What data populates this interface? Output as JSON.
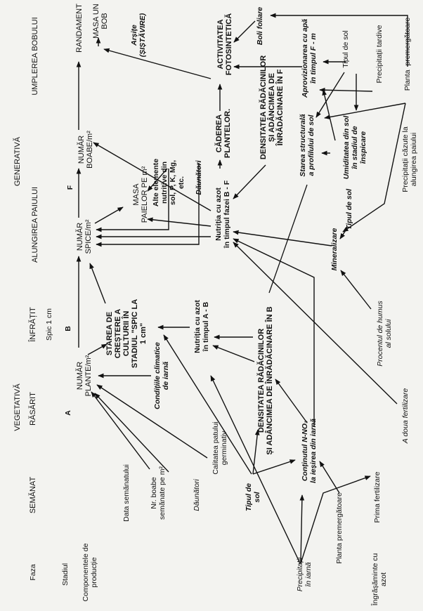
{
  "header": {
    "faza": "Faza",
    "stadiul": "Stadiul",
    "componente": "Componentele de\nproducție",
    "ingrasaminte": "Îngrășăminte cu\nazot",
    "faze": {
      "generativa": "GENERATIVĂ",
      "vegetativa": "VEGETATIVĂ"
    },
    "stadii": {
      "umplerea": "UMPLEREA BOBULUI",
      "alungirea": "ALUNGIREA PAIULUI",
      "infratit": "ÎNFRĂȚIT",
      "rasarit": "RĂSĂRIT",
      "semanat": "SEMĂNAT",
      "spic": "Spic 1 cm"
    },
    "puncte": {
      "a": "A",
      "b": "B",
      "f": "F"
    }
  },
  "components": {
    "randament": "RANDAMENT",
    "masa_bob": "MASA UN\nBOB",
    "numar_boabe": "NUMĂR\nBOABE/m²",
    "numar_spice": "NUMĂR\nSPICE/m²",
    "numar_plante": "NUMĂR\nPLANTE/m²",
    "masa_paielor": "MASA\nPAIELOR PE m²",
    "starea_crestere": "STAREA DE\nCREȘTERE A\nCULTURII ÎN\nSTADIUL \"SPIC LA\n1 cm\"",
    "caderea": "CĂDEREA\nPLANTELOR.",
    "activitatea": "ACTIVITATEA\nFOTOSINTETICĂ",
    "densitate_b": "DENSITATEA RĂDĂCINILOR\nȘI ADÂNCIMEA DE ÎNRĂDĂCINARE ÎN B",
    "densitate_f": "DENSITATEA RĂDĂCINILOR\nȘI ADÂNCIMEA DE\nÎNRĂDĂCINARE ÎN F"
  },
  "factors": {
    "arsite": "Arșițe\n(ȘIȘTĂVIRE)",
    "alte_elemente": "Alte elemente\nnutritive din\nsol, P, K, Mg,\netc.",
    "daunatori_1": "Dăunători",
    "daunatori_2": "Dăunători",
    "conditiile": "Condițiile climatice\nde iarnă",
    "nutritia_ab": "Nutriția cu azot\nîn timpul A - B",
    "data_semanatului": "Data semănatului",
    "nr_boabe": "Nr. boabe\nsemănate pe m²",
    "calitatea": "Calitatea patului\ngerminativ",
    "tipul_sol_1": "Tipul de\nsol",
    "continutul": "Conținutul N-NO₃\nla ieșirea din iarnă",
    "precipitatii_iarna": "Precipitații\nîn iarnă",
    "planta_1": "Planta premergătoare",
    "prima_fertilizare": "Prima fertilizare",
    "a_doua_fertilizare": "A doua fertilizare",
    "procentul_humus": "Procentul de humus\nal solului",
    "nutritia_bf": "Nutriția cu azot\nîn timpul fazei B - F",
    "boli_foliare": "Boli foliare",
    "aprovizionarea": "Aprovizionarea cu apă\nîn timpul F - m",
    "tipul_sol_2": "Tipul de sol",
    "precipitatii_tardive": "Precipitații tardive",
    "planta_2": "Planta  premergătoare",
    "starea_structurala": "Starea structurală\na profilului de sol",
    "umiditatea": "Umiditatea din sol\nîn stadiul de\nînspicare",
    "tipul_sol_3": "Tipul de sol",
    "precipitatii_alungire": "Precipitații căzute la\nalungirea paiului",
    "mineralizare": "Mineralizare"
  }
}
